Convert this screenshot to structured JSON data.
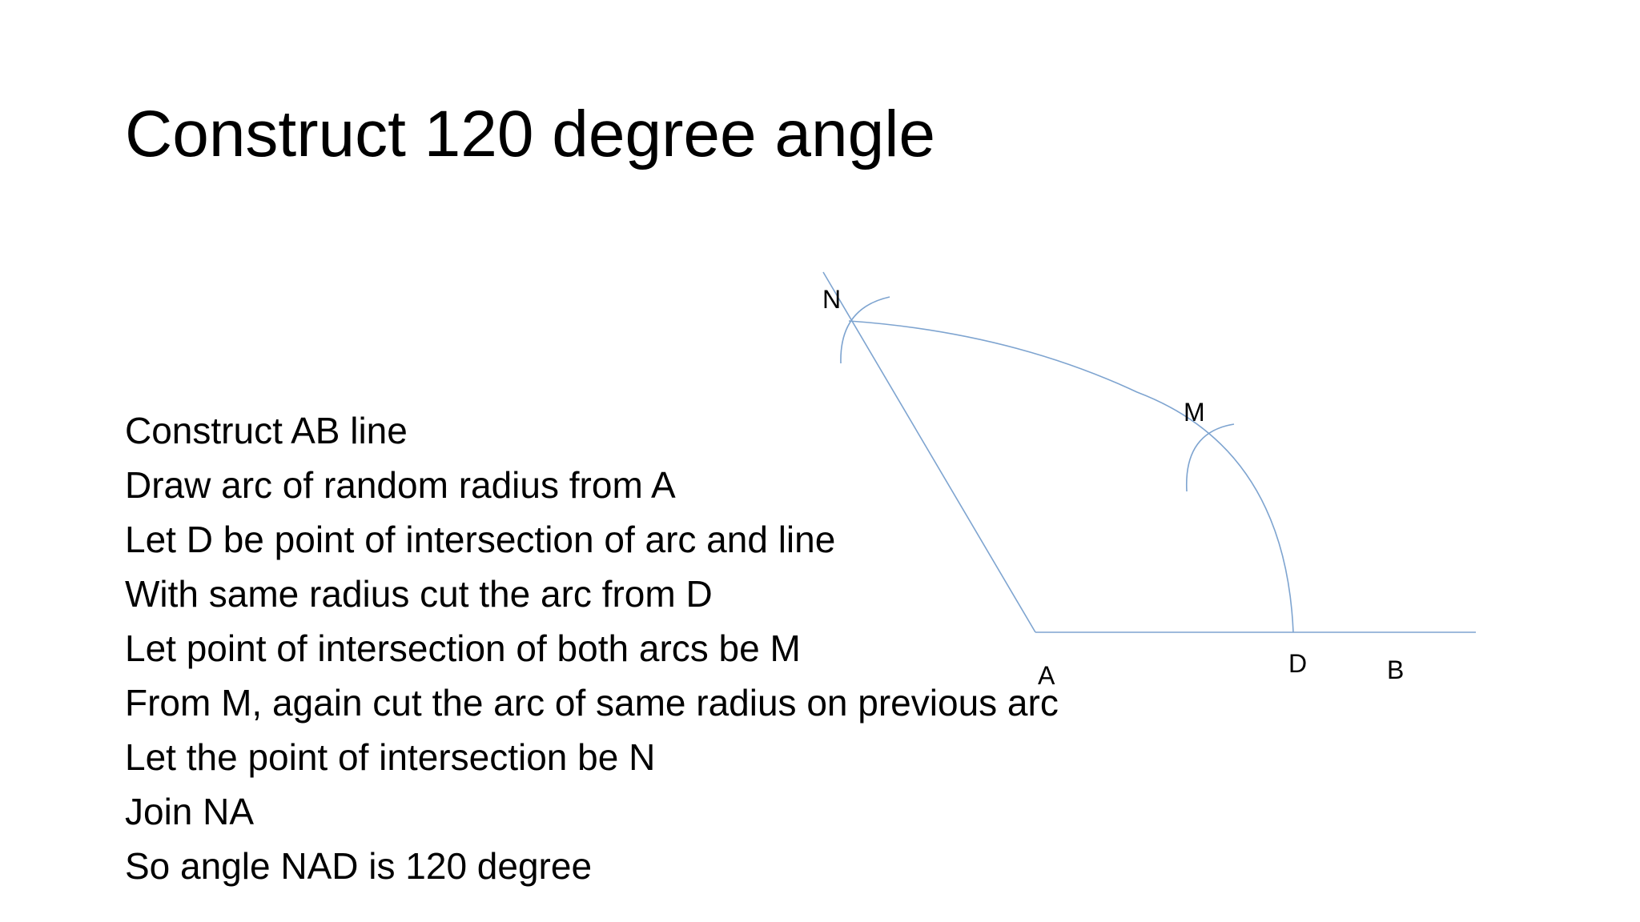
{
  "slide": {
    "title": "Construct 120 degree angle",
    "steps": [
      "Construct AB line",
      "Draw arc of random radius from A",
      "Let D be point of intersection of arc and line",
      "With same radius cut the arc from D",
      "Let point of intersection of both arcs be M",
      "From M, again cut the arc of same radius on previous arc",
      "Let the point of intersection be N",
      "Join NA",
      "So angle NAD is 120 degree"
    ]
  },
  "diagram": {
    "stroke_color": "#7ea4d0",
    "labels": {
      "A": "A",
      "B": "B",
      "D": "D",
      "M": "M",
      "N": "N"
    }
  }
}
